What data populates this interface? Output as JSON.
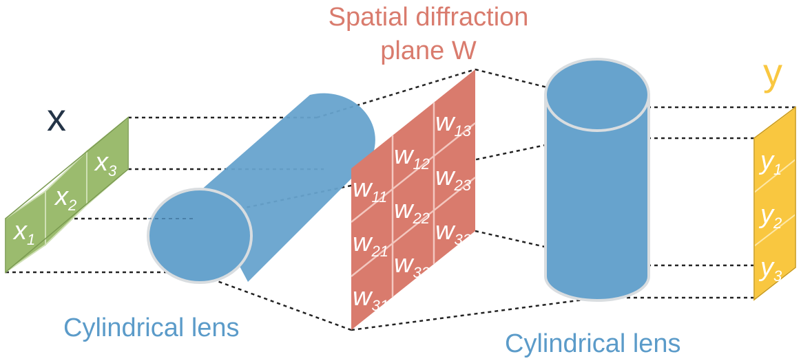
{
  "title": {
    "line1": "Spatial diffraction",
    "line2": "plane W"
  },
  "input_label": "x",
  "output_label": "y",
  "lens_left_label": "Cylindrical lens",
  "lens_right_label": "Cylindrical lens",
  "input_cells": [
    {
      "base": "x",
      "sub": "1"
    },
    {
      "base": "x",
      "sub": "2"
    },
    {
      "base": "x",
      "sub": "3"
    }
  ],
  "weight_cells": [
    {
      "base": "w",
      "sub": "11"
    },
    {
      "base": "w",
      "sub": "12"
    },
    {
      "base": "w",
      "sub": "13"
    },
    {
      "base": "w",
      "sub": "21"
    },
    {
      "base": "w",
      "sub": "22"
    },
    {
      "base": "w",
      "sub": "23"
    },
    {
      "base": "w",
      "sub": "31"
    },
    {
      "base": "w",
      "sub": "32"
    },
    {
      "base": "w",
      "sub": "33"
    }
  ],
  "output_cells": [
    {
      "base": "y",
      "sub": "1"
    },
    {
      "base": "y",
      "sub": "2"
    },
    {
      "base": "y",
      "sub": "3"
    }
  ],
  "colors": {
    "input": "#9bbb6e",
    "lens": "#67a3cd",
    "plane": "#d97b6d",
    "output": "#f9c740",
    "title": "#d97b6d",
    "lens_label": "#5b9bc9",
    "x_label": "#243447",
    "y_label": "#f9c740"
  }
}
